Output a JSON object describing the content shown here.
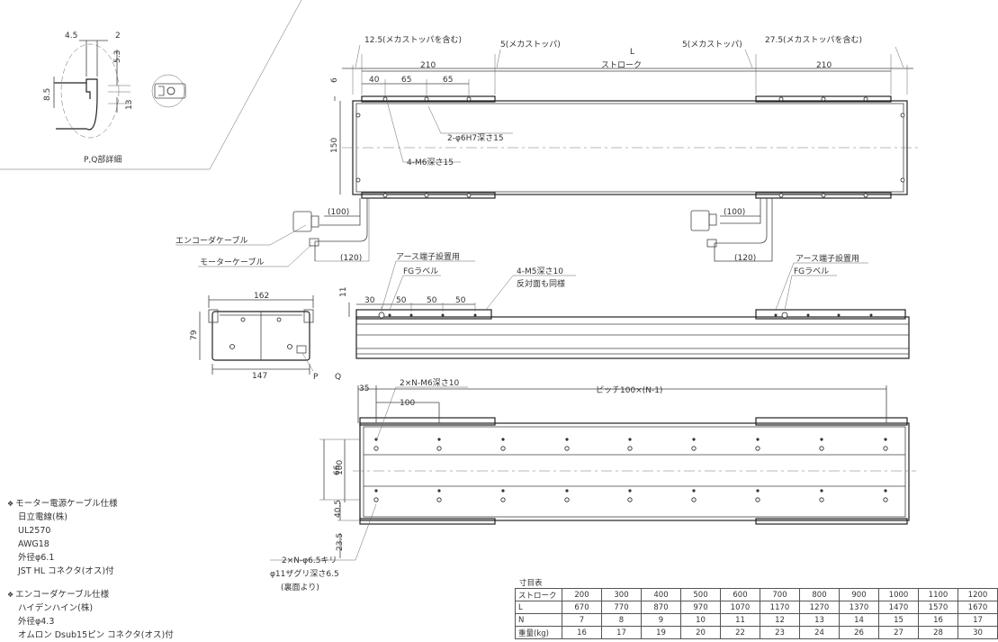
{
  "detail": {
    "title": "P,Q部詳細",
    "dims": [
      "4.5",
      "2",
      "5.3",
      "8.5",
      "13"
    ]
  },
  "top_view": {
    "dims": {
      "end_left": "12.5(メカストッパを含む)",
      "stopper_left": "5(メカストッパ)",
      "length": "L",
      "stopper_right": "5(メカストッパ)",
      "end_right": "27.5(メカストッパを含む)",
      "block_left": "210",
      "stroke": "ストローク",
      "block_right": "210",
      "p40": "40",
      "p65a": "65",
      "p65b": "65",
      "h6": "6",
      "h150": "150",
      "c100a": "(100)",
      "c100b": "(100)",
      "c120a": "(120)",
      "c120b": "(120)"
    },
    "callouts": {
      "pin_hole": "2-φ6H7深さ15",
      "tap": "4-M6深さ15",
      "encoder_cable": "エンコーダケーブル",
      "motor_cable": "モーターケーブル"
    }
  },
  "end_view": {
    "dims": {
      "width": "162",
      "height": "79",
      "bottom": "147",
      "p": "P",
      "q": "Q"
    }
  },
  "side_view": {
    "callouts": {
      "earth_left": "アース端子設置用",
      "fg_left": "FGラベル",
      "m5": "4-M5深さ10",
      "same": "反対面も同様",
      "earth_right": "アース端子設置用",
      "fg_right": "FGラベル"
    },
    "dims": {
      "h11": "11",
      "p30": "30",
      "p50a": "50",
      "p50b": "50",
      "p50c": "50"
    }
  },
  "bottom_view": {
    "callouts": {
      "tap": "2×N-M6深さ10",
      "pitch": "ピッチ100×(N-1)",
      "through": "2×N-φ6.5キリ",
      "counterbore": "φ11ザグリ深さ6.5",
      "from_back": "(裏面より)"
    },
    "dims": {
      "d35": "35",
      "d100": "100",
      "d66": "66",
      "d100v": "100",
      "d40_5": "40.5",
      "d23_5": "23.5"
    }
  },
  "notes": {
    "motor_cable": {
      "title": "モーター電源ケーブル仕様",
      "lines": [
        "日立電線(株)",
        "UL2570",
        "AWG18",
        "外径φ6.1",
        "JST HL コネクタ(オス)付"
      ]
    },
    "encoder_cable": {
      "title": "エンコーダケーブル仕様",
      "lines": [
        "ハイデンハイン(株)",
        "外径φ4.3",
        "オムロン Dsub15ピン コネクタ(オス)付"
      ]
    }
  },
  "spec_table": {
    "title": "寸目表",
    "rows": [
      {
        "label": "ストローク",
        "values": [
          "200",
          "300",
          "400",
          "500",
          "600",
          "700",
          "800",
          "900",
          "1000",
          "1100",
          "1200"
        ]
      },
      {
        "label": "L",
        "values": [
          "670",
          "770",
          "870",
          "970",
          "1070",
          "1170",
          "1270",
          "1370",
          "1470",
          "1570",
          "1670"
        ]
      },
      {
        "label": "N",
        "values": [
          "7",
          "8",
          "9",
          "10",
          "11",
          "12",
          "13",
          "14",
          "15",
          "16",
          "17"
        ]
      },
      {
        "label": "重量(kg)",
        "values": [
          "16",
          "17",
          "19",
          "20",
          "22",
          "23",
          "24",
          "26",
          "27",
          "28",
          "30"
        ]
      }
    ]
  }
}
